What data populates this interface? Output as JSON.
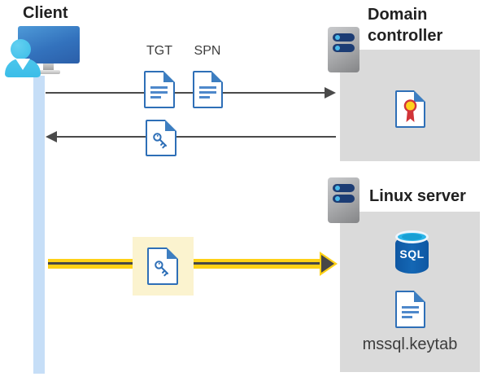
{
  "client": {
    "label": "Client"
  },
  "flows": {
    "tgt_label": "TGT",
    "spn_label": "SPN"
  },
  "domain_controller": {
    "title": "Domain controller"
  },
  "linux_server": {
    "title": "Linux server",
    "sql_badge": "SQL",
    "keytab_filename": "mssql.keytab"
  },
  "colors": {
    "doc_blue": "#2e6fb7",
    "doc_fold": "#3d7ec1",
    "doc_line": "#4e88cb",
    "accent_yellow": "#fed116",
    "arrow_dark": "#474747",
    "line_gray": "#4a4a4a",
    "lifeline_blue": "#c6def7",
    "box_gray": "#dadada",
    "highlight_cream": "#fbf3cf",
    "sql_blue": "#1467b4",
    "sql_cyan": "#2cb5e8",
    "cert_red": "#d13438",
    "cert_yellow": "#ffd21c",
    "server_navy": "#1c3c74",
    "server_dot": "#49b8e9",
    "monitor_blue": "#3372bd",
    "person_cyan": "#3bbde8",
    "title_dark": "#212121",
    "label_gray": "#3d3d3d"
  }
}
